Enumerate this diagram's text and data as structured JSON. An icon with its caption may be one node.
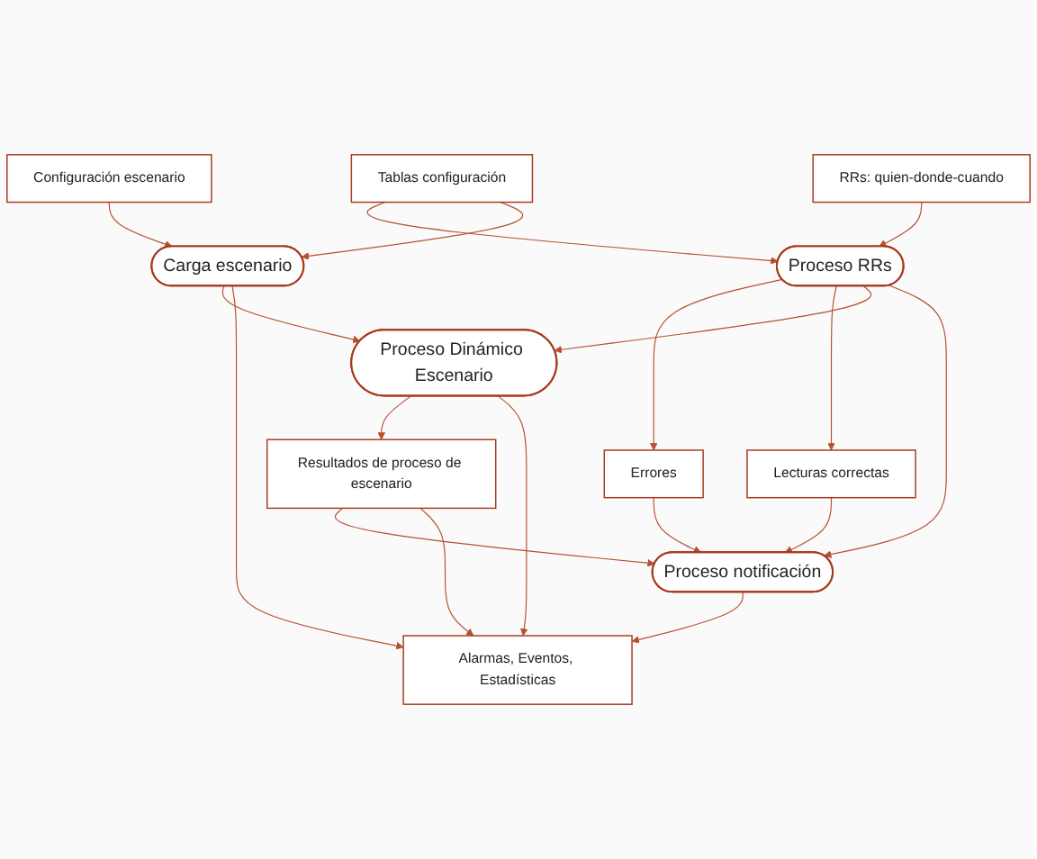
{
  "diagram": {
    "nodes": [
      {
        "text": [
          "RRs: quien-donde-cuando"
        ]
      },
      {
        "text": [
          "Tablas configuración"
        ]
      },
      {
        "text": [
          "Configuración escenario"
        ]
      },
      {
        "text": [
          "Proceso RRs"
        ]
      },
      {
        "text": [
          "Carga escenario"
        ]
      },
      {
        "text": [
          "Errores"
        ]
      },
      {
        "text": [
          "Lecturas correctas"
        ]
      },
      {
        "text": [
          "Proceso Dinámico Escenario"
        ]
      },
      {
        "text": [
          "Resultados de proceso de escenario"
        ]
      },
      {
        "text": [
          "Proceso notificación"
        ]
      },
      {
        "text": [
          "Alarmas, Eventos, Estadísticas"
        ]
      }
    ],
    "edges": [
      {
        "from": 0,
        "to": 3,
        "arrow": "to"
      },
      {
        "from": 1,
        "to": 3,
        "arrow": "to"
      },
      {
        "from": 1,
        "to": 4,
        "arrow": "to"
      },
      {
        "from": 2,
        "to": 4,
        "arrow": "to"
      },
      {
        "from": 3,
        "to": 5,
        "arrow": "to"
      },
      {
        "from": 3,
        "to": 6,
        "arrow": "to"
      },
      {
        "from": 3,
        "to": 7,
        "arrow": "to"
      },
      {
        "from": 4,
        "to": 7,
        "arrow": "to"
      },
      {
        "from": 3,
        "to": 9,
        "arrow": "to"
      },
      {
        "from": 5,
        "to": 9,
        "arrow": "to"
      },
      {
        "from": 6,
        "to": 9,
        "arrow": "to"
      },
      {
        "from": 7,
        "to": 8,
        "arrow": "to"
      },
      {
        "from": 8,
        "to": 9,
        "arrow": "to"
      },
      {
        "from": 8,
        "to": 10,
        "arrow": "to"
      },
      {
        "from": 7,
        "to": 10,
        "arrow": "to"
      },
      {
        "from": 4,
        "to": 10,
        "arrow": "to"
      },
      {
        "from": 9,
        "to": 10,
        "arrow": "to"
      }
    ]
  }
}
